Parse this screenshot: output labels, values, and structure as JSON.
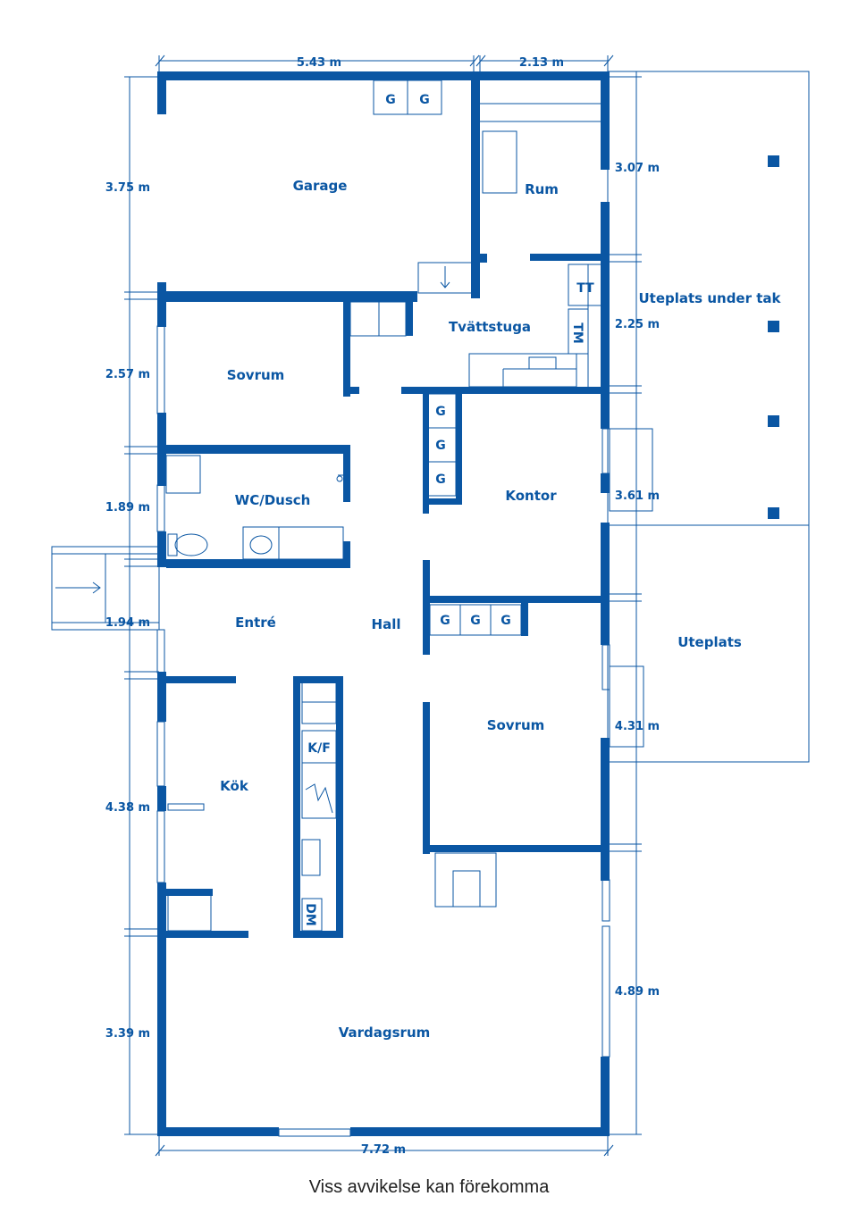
{
  "rooms": {
    "garage": "Garage",
    "rum": "Rum",
    "tvattstuga": "Tvättstuga",
    "uteplats_tak": "Uteplats under tak",
    "sovrum_1": "Sovrum",
    "wc": "WC/Dusch",
    "kontor": "Kontor",
    "entre": "Entré",
    "hall": "Hall",
    "uteplats": "Uteplats",
    "sovrum_2": "Sovrum",
    "kok": "Kök",
    "vardagsrum": "Vardagsrum"
  },
  "dimensions": {
    "top_left": "5.43 m",
    "top_right": "2.13 m",
    "left_1": "3.75 m",
    "left_2": "2.57 m",
    "left_3": "1.89 m",
    "left_4": "1.94 m",
    "left_5": "4.38 m",
    "left_6": "3.39 m",
    "right_1": "3.07 m",
    "right_2": "2.25 m",
    "right_3": "3.61 m",
    "right_4": "4.31 m",
    "right_5": "4.89 m",
    "bottom": "7.72 m"
  },
  "appliances": {
    "g": "G",
    "tt": "TT",
    "tm": "TM",
    "kf": "K/F",
    "dm": "DM"
  },
  "footer": "Viss avvikelse kan förekomma",
  "colors": {
    "plan": "#0a56a3",
    "note": "#222222"
  }
}
